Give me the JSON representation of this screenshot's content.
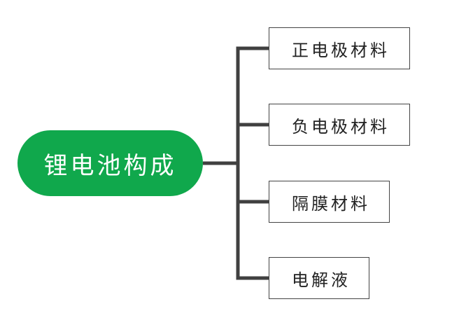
{
  "diagram": {
    "root": {
      "label": "锂电池构成",
      "color": "#10a84c"
    },
    "children": [
      {
        "label": "正电极材料"
      },
      {
        "label": "负电极材料"
      },
      {
        "label": "隔膜材料"
      },
      {
        "label": "电解液"
      }
    ],
    "line_color": "#404040"
  }
}
